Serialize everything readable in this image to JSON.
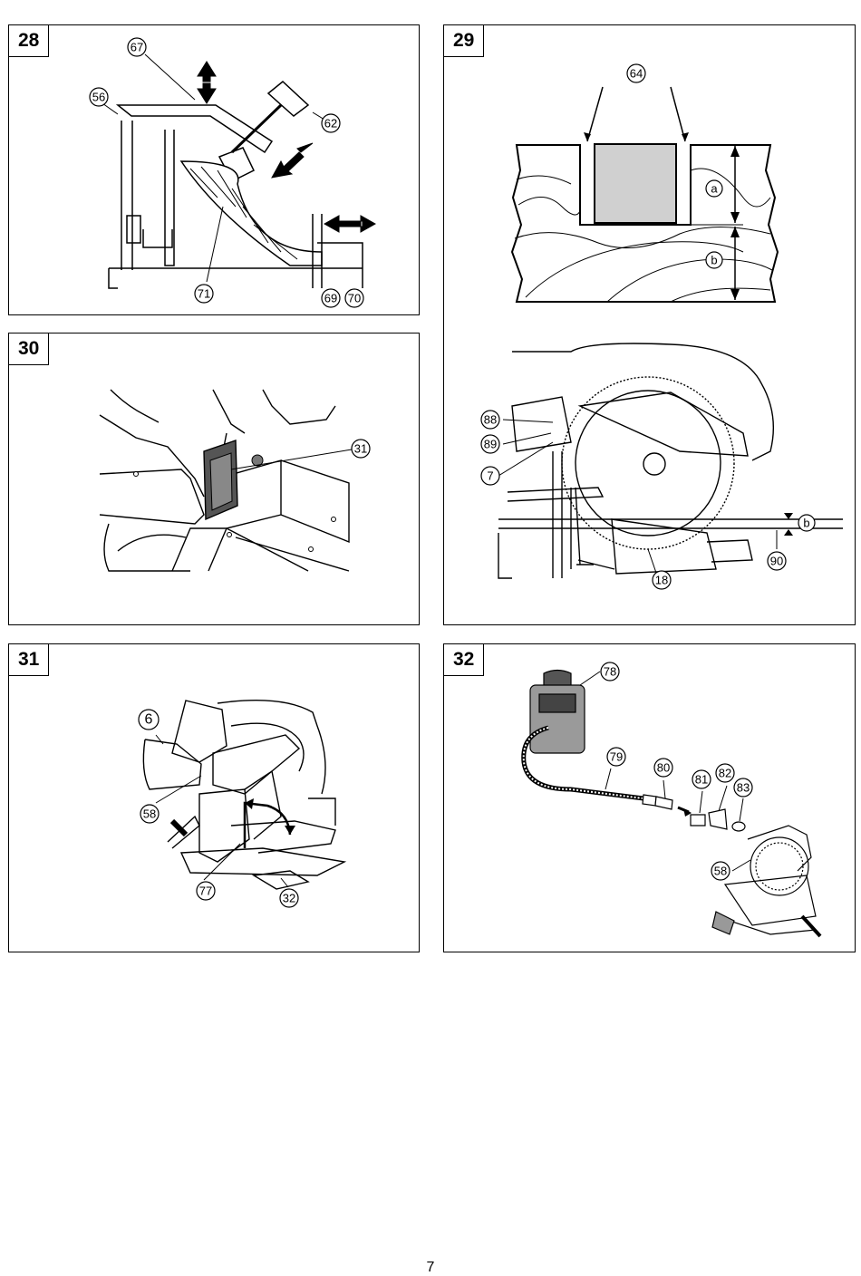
{
  "figures": [
    {
      "number": "28",
      "callouts": [
        "67",
        "56",
        "62",
        "71",
        "69",
        "70"
      ]
    },
    {
      "number": "29",
      "callouts": [
        "64",
        "a",
        "b",
        "88",
        "89",
        "7",
        "b",
        "90",
        "18"
      ]
    },
    {
      "number": "30",
      "callouts": [
        "31"
      ]
    },
    {
      "number": "31",
      "callouts": [
        "6",
        "58",
        "77",
        "32"
      ]
    },
    {
      "number": "32",
      "callouts": [
        "78",
        "79",
        "80",
        "81",
        "82",
        "83",
        "58"
      ]
    }
  ],
  "page_number": "7"
}
